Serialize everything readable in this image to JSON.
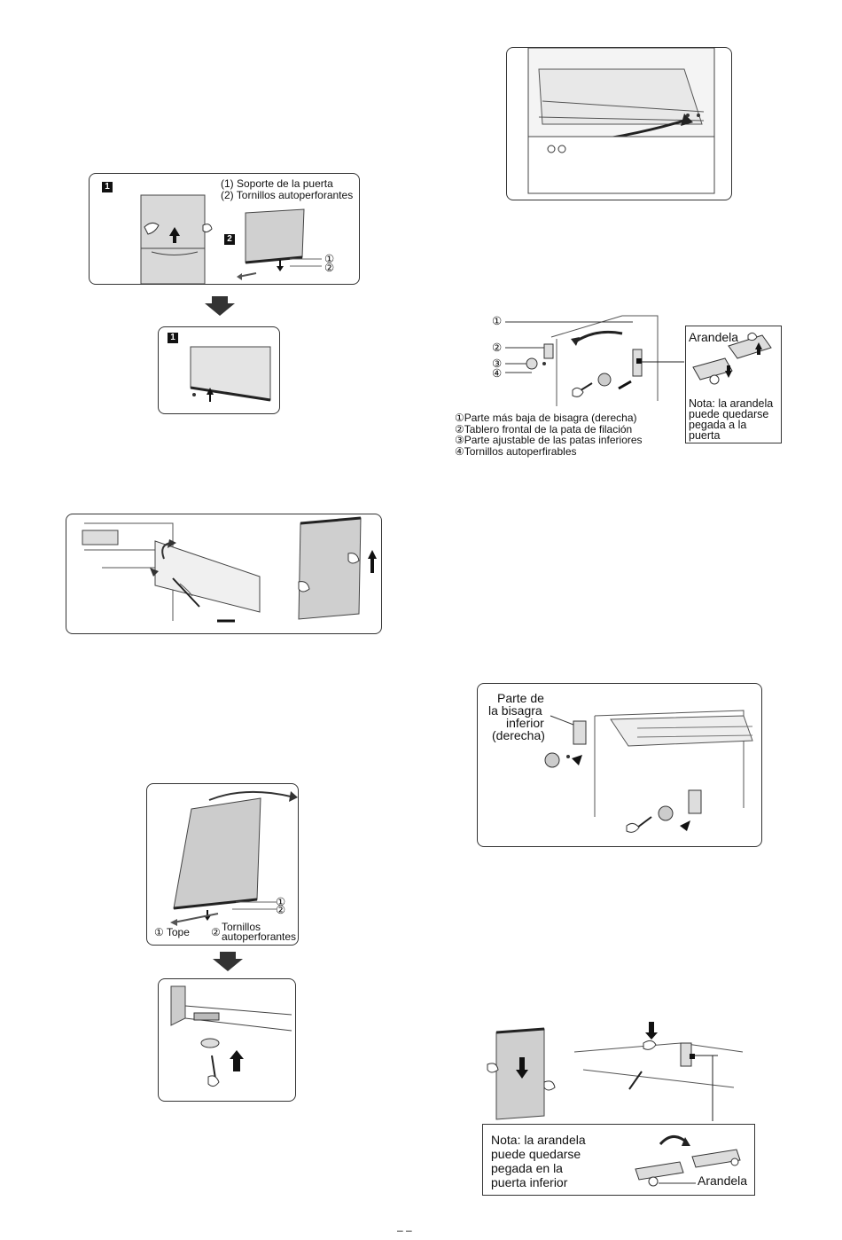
{
  "fig1": {
    "step1_badge": "1",
    "step2_badge": "2",
    "label_1": "(1) Soporte de la puerta",
    "label_2": "(2) Tornillos autoperforantes",
    "callout_1": "①",
    "callout_2": "②"
  },
  "fig1b": {
    "step_badge": "1"
  },
  "fig4": {
    "callout_1": "①",
    "callout_2": "②",
    "label_stop": "① Tope",
    "label_screws_marker": "②",
    "label_screws_1": "Tornillos",
    "label_screws_2": "autoperforantes"
  },
  "fig6": {
    "callouts": [
      "①",
      "②",
      "③",
      "④"
    ],
    "legend": [
      "①Parte más baja de bisagra (derecha)",
      "②Tablero frontal de la pata de filación",
      "③Parte ajustable de las patas inferiores",
      "④Tornillos autoperfirables"
    ],
    "washer_title": "Arandela",
    "note_lines": [
      "Nota: la arandela",
      "puede quedarse",
      "pegada a la",
      "puerta"
    ]
  },
  "fig7": {
    "label_lines": [
      "Parte de",
      "la bisagra",
      "inferior",
      "(derecha)"
    ]
  },
  "fig8": {
    "note_lines": [
      "Nota: la arandela",
      "puede quedarse",
      "pegada en la",
      "puerta inferior"
    ],
    "washer_label": "Arandela"
  },
  "footer": {
    "page_marks": "–   –"
  }
}
